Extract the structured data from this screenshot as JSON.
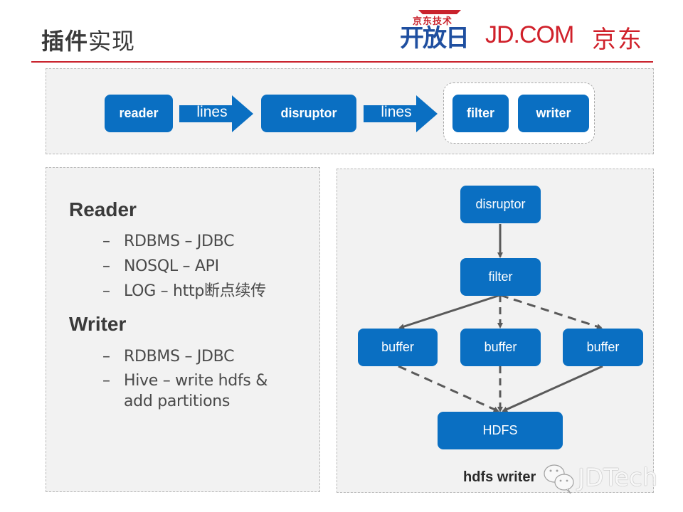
{
  "header": {
    "title_bold": "插件",
    "title_regular": "实现",
    "logo": {
      "open_day_small": "京东技术",
      "open_day_big": "开放日",
      "jd_com": "JD.COM",
      "jd_cn": "京东"
    }
  },
  "pipeline": {
    "nodes": [
      "reader",
      "disruptor",
      "filter",
      "writer"
    ],
    "arrows": [
      "lines",
      "lines"
    ]
  },
  "plugins": {
    "sections": [
      {
        "heading": "Reader",
        "items": [
          "RDBMS – JDBC",
          "NOSQL – API",
          "LOG – http断点续传"
        ]
      },
      {
        "heading": "Writer",
        "items": [
          "RDBMS – JDBC",
          "Hive – write hdfs &",
          "add partitions"
        ]
      }
    ],
    "dash": "–"
  },
  "hdfs_writer": {
    "nodes": {
      "disruptor": "disruptor",
      "filter": "filter",
      "buffer_left": "buffer",
      "buffer_mid": "buffer",
      "buffer_right": "buffer",
      "hdfs": "HDFS"
    },
    "edges": [
      {
        "from": "disruptor",
        "to": "filter",
        "style": "solid"
      },
      {
        "from": "filter",
        "to": "buffer_left",
        "style": "solid"
      },
      {
        "from": "filter",
        "to": "buffer_mid",
        "style": "dashed"
      },
      {
        "from": "filter",
        "to": "buffer_right",
        "style": "dashed"
      },
      {
        "from": "buffer_left",
        "to": "hdfs",
        "style": "dashed"
      },
      {
        "from": "buffer_mid",
        "to": "hdfs",
        "style": "dashed"
      },
      {
        "from": "buffer_right",
        "to": "hdfs",
        "style": "solid"
      }
    ],
    "caption": "hdfs writer"
  },
  "watermark": "JDTech",
  "colors": {
    "node_blue": "#0a6fc2",
    "accent_red": "#c9222c",
    "logo_blue": "#1f4fa0",
    "panel_bg": "#f2f2f2",
    "edge_gray": "#5a5a5a"
  }
}
